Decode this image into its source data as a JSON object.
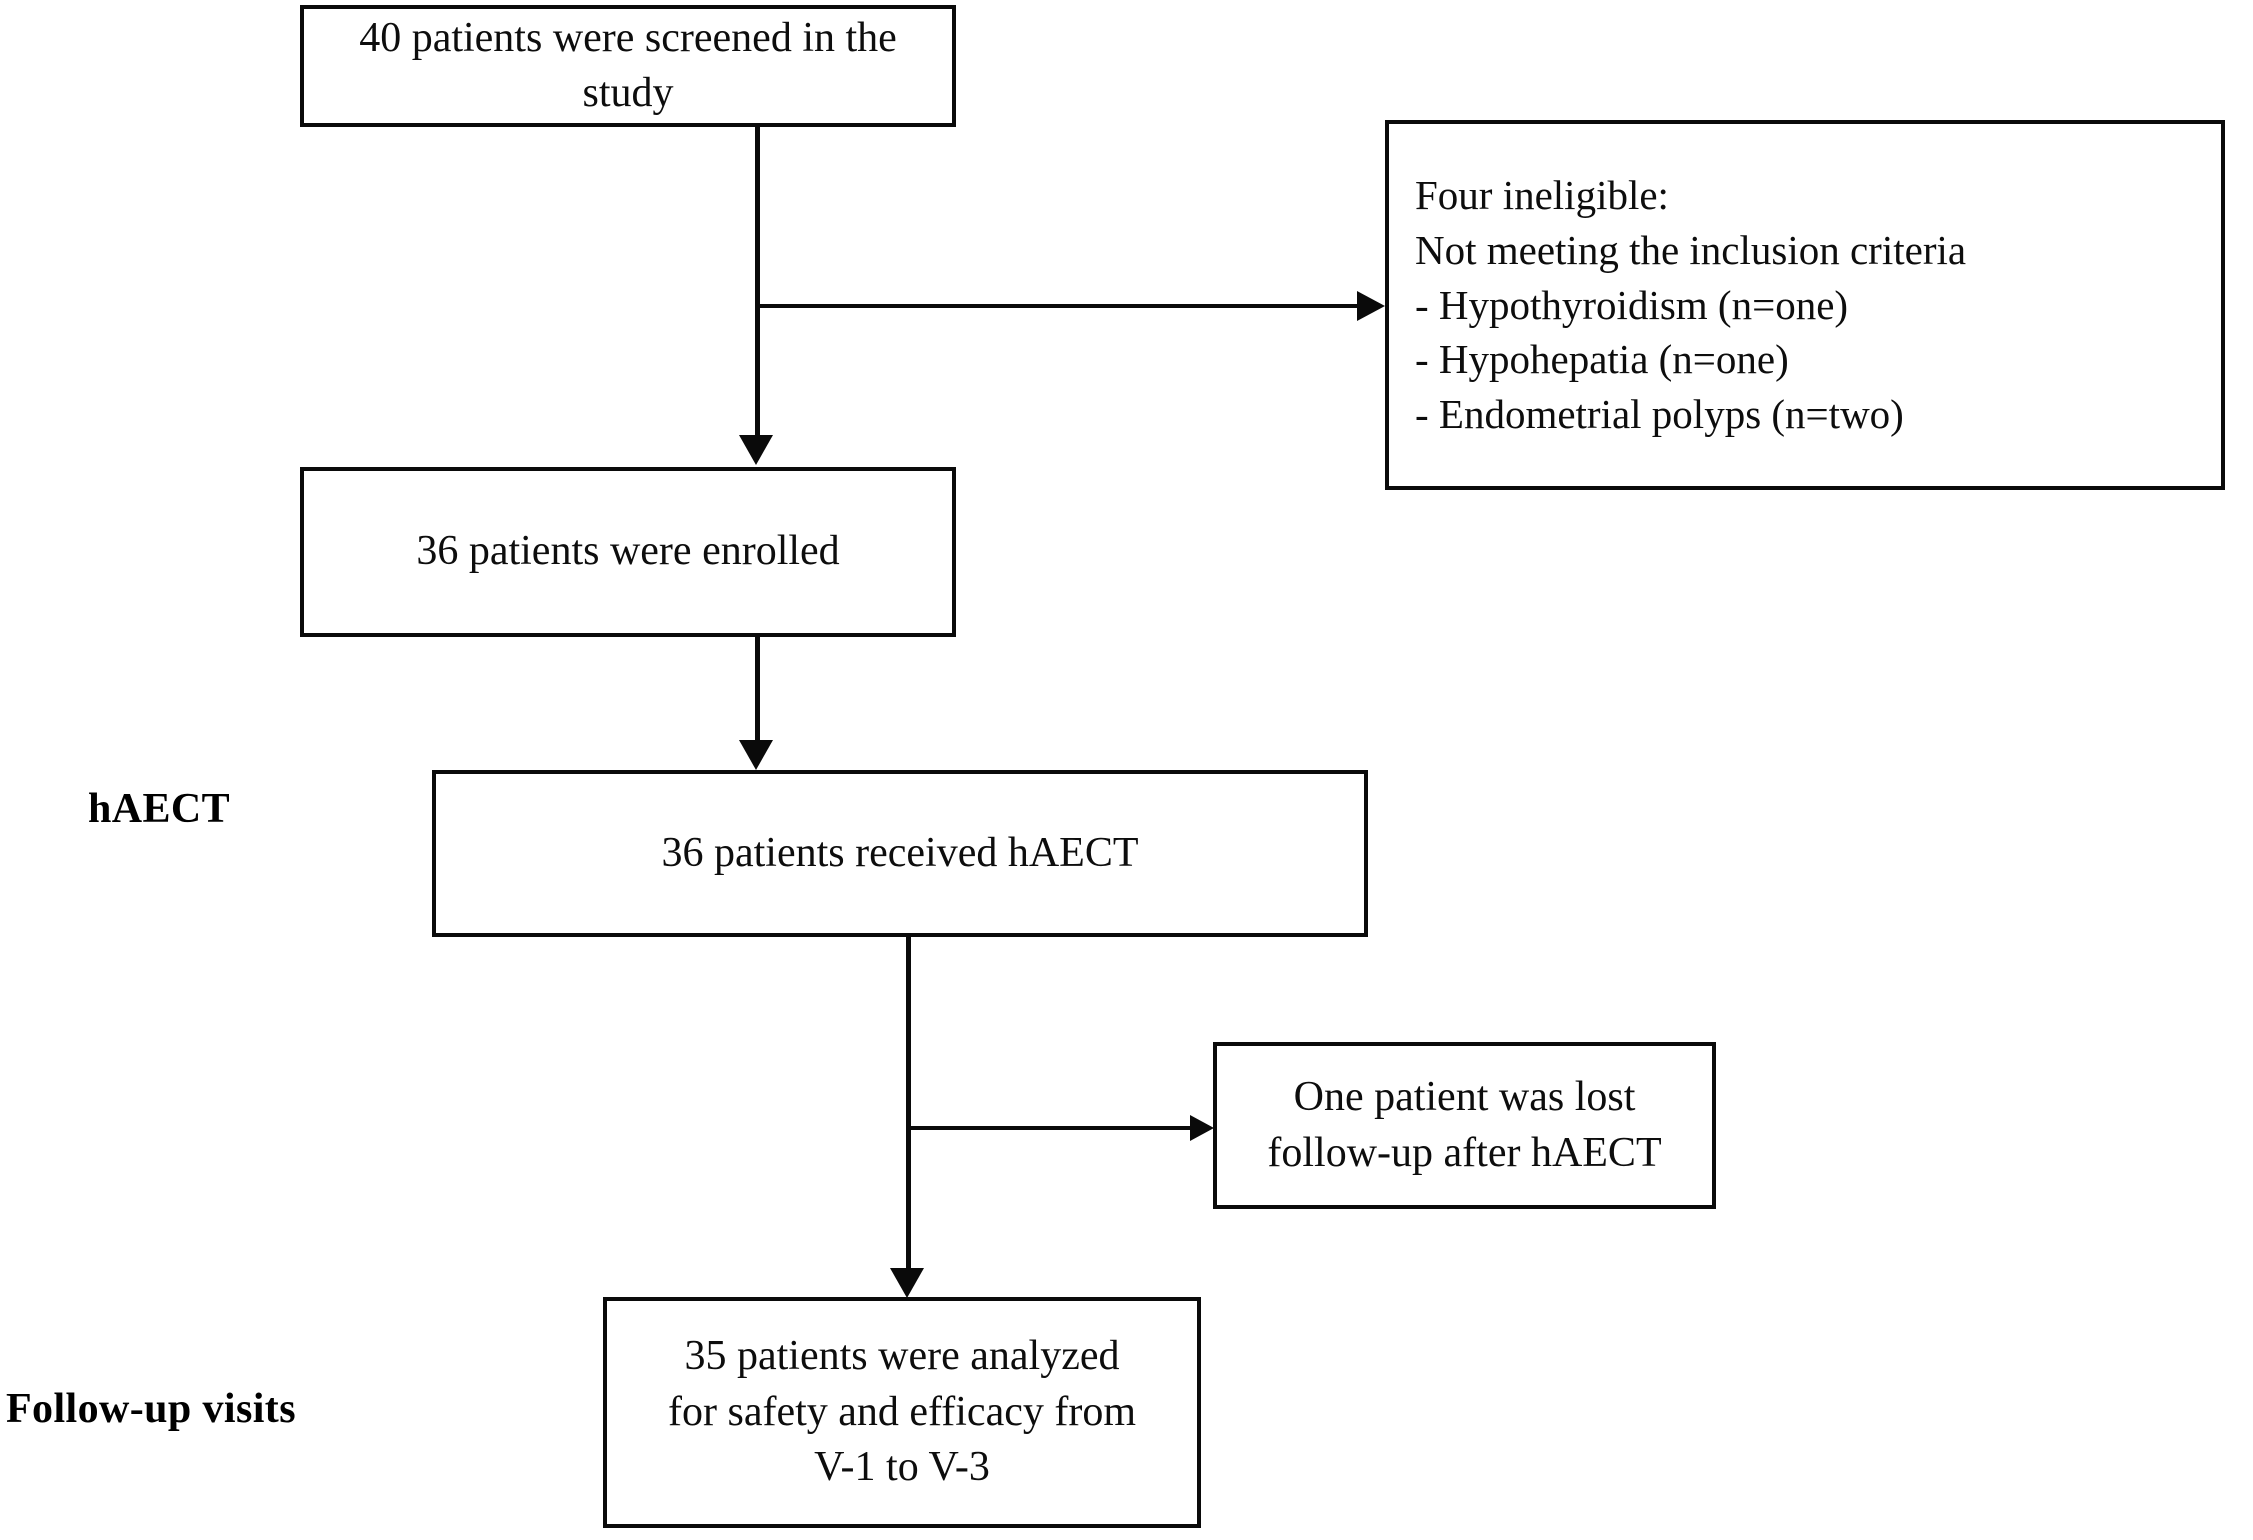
{
  "diagram": {
    "title": "Patient flow diagram (CONSORT style)",
    "background_color": "#ffffff",
    "line_color": "#0a0a0a",
    "text_color": "#000000",
    "nodes": {
      "screened": {
        "text": "40 patients were screened in the study"
      },
      "ineligible": {
        "text": "Four  ineligible:\n  Not meeting the inclusion criteria\n    - Hypothyroidism (n=one)\n    - Hypohepatia (n=one)\n    - Endometrial polyps (n=two)"
      },
      "enrolled": {
        "text": "36 patients were enrolled"
      },
      "received": {
        "text": "36 patients received hAECT"
      },
      "lost": {
        "text": "One patient was lost\nfollow-up after hAECT"
      },
      "analyzed": {
        "text": "35 patients were analyzed\nfor safety and efficacy from\nV-1 to V-3"
      }
    },
    "stage_labels": {
      "haect": "hAECT",
      "followup": "Follow-up visits"
    },
    "flow": {
      "screened_to_enrolled": "arrow-down",
      "screened_to_ineligible": "arrow-right",
      "enrolled_to_received": "arrow-down",
      "received_to_lost": "arrow-right",
      "received_to_analyzed": "arrow-down"
    }
  }
}
